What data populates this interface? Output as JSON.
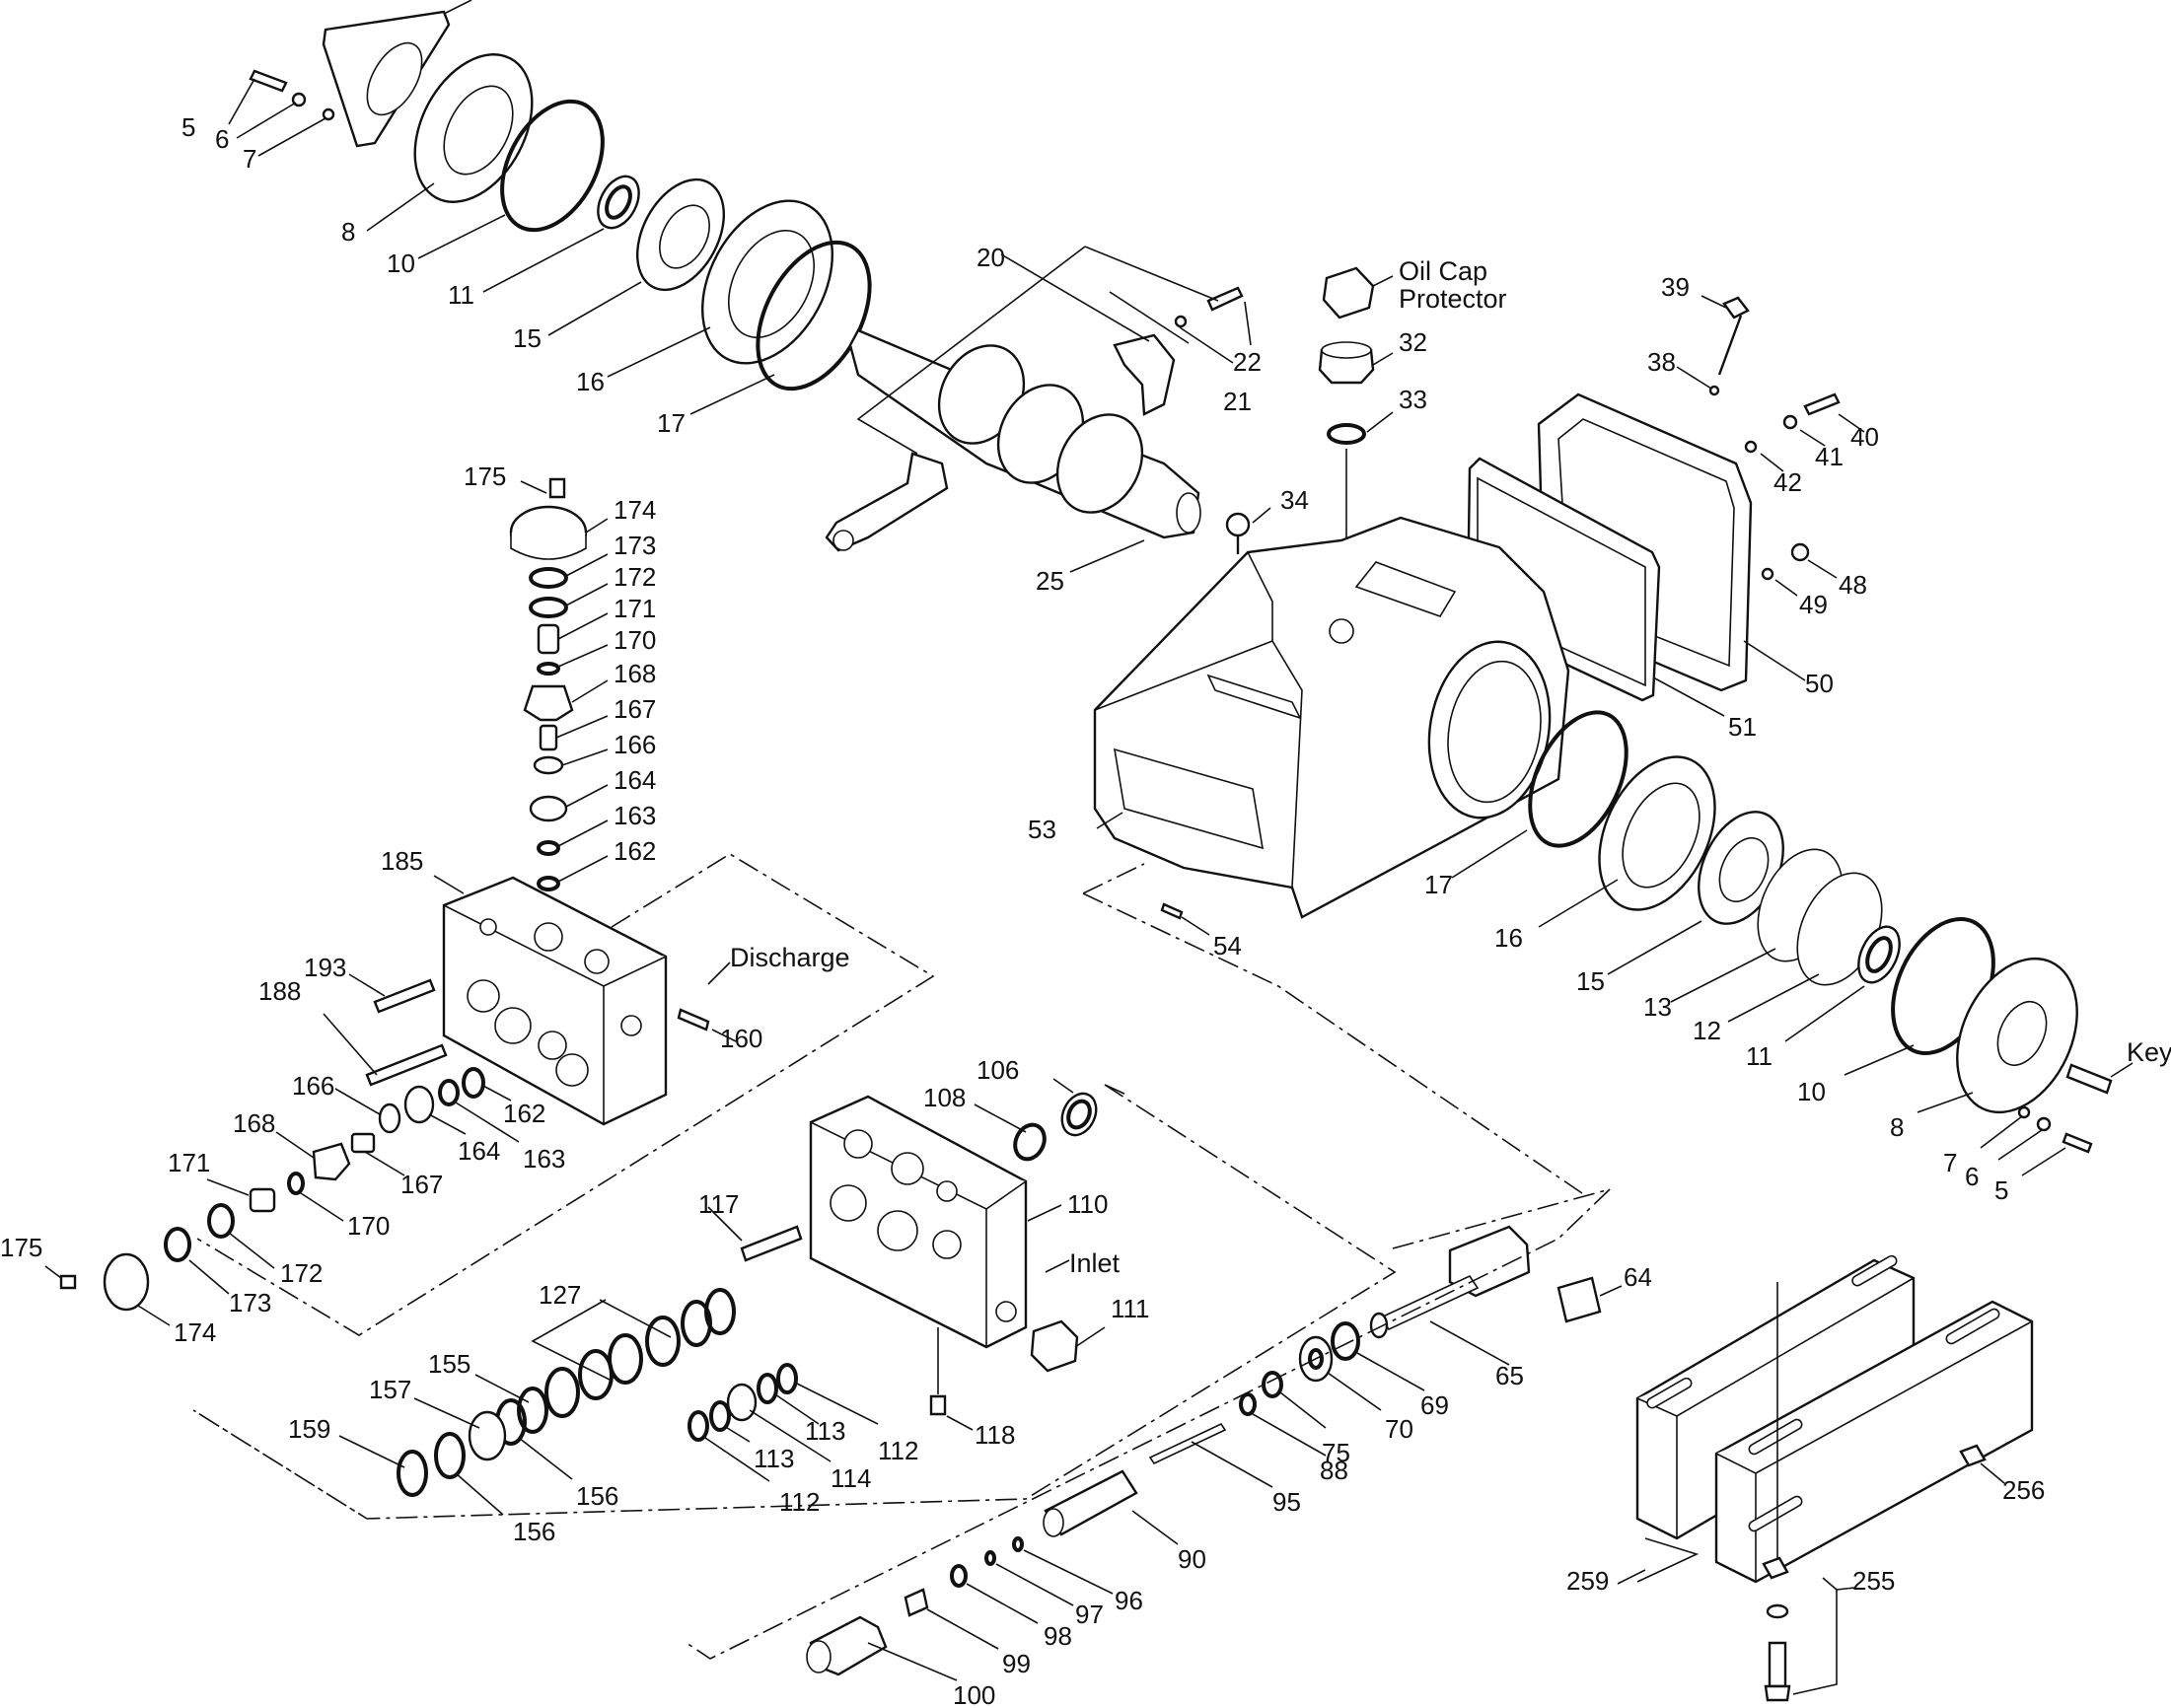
{
  "labels": {
    "upper_left": [
      {
        "id": "5a",
        "text": "5"
      },
      {
        "id": "6a",
        "text": "6"
      },
      {
        "id": "7a",
        "text": "7"
      },
      {
        "id": "8a",
        "text": "8"
      },
      {
        "id": "10a",
        "text": "10"
      },
      {
        "id": "11a",
        "text": "11"
      },
      {
        "id": "15a",
        "text": "15"
      },
      {
        "id": "16a",
        "text": "16"
      },
      {
        "id": "17a",
        "text": "17"
      }
    ],
    "crankshaft": [
      {
        "id": "20",
        "text": "20"
      },
      {
        "id": "21",
        "text": "21"
      },
      {
        "id": "22",
        "text": "22"
      },
      {
        "id": "25",
        "text": "25"
      }
    ],
    "oil_cap": [
      {
        "id": "oilcap1",
        "text": "Oil Cap"
      },
      {
        "id": "oilcap2",
        "text": "Protector"
      },
      {
        "id": "32",
        "text": "32"
      },
      {
        "id": "33",
        "text": "33"
      },
      {
        "id": "34",
        "text": "34"
      }
    ],
    "cover": [
      {
        "id": "38",
        "text": "38"
      },
      {
        "id": "39",
        "text": "39"
      },
      {
        "id": "40",
        "text": "40"
      },
      {
        "id": "41",
        "text": "41"
      },
      {
        "id": "42",
        "text": "42"
      },
      {
        "id": "48",
        "text": "48"
      },
      {
        "id": "49",
        "text": "49"
      },
      {
        "id": "50",
        "text": "50"
      },
      {
        "id": "51",
        "text": "51"
      }
    ],
    "housing": [
      {
        "id": "53",
        "text": "53"
      },
      {
        "id": "54",
        "text": "54"
      }
    ],
    "right_bearing": [
      {
        "id": "17b",
        "text": "17"
      },
      {
        "id": "16b",
        "text": "16"
      },
      {
        "id": "15b",
        "text": "15"
      },
      {
        "id": "13",
        "text": "13"
      },
      {
        "id": "12",
        "text": "12"
      },
      {
        "id": "11b",
        "text": "11"
      },
      {
        "id": "10b",
        "text": "10"
      },
      {
        "id": "8b",
        "text": "8"
      },
      {
        "id": "key",
        "text": "Key"
      },
      {
        "id": "7b",
        "text": "7"
      },
      {
        "id": "6b",
        "text": "6"
      },
      {
        "id": "5b",
        "text": "5"
      }
    ],
    "valve_stack": [
      {
        "id": "175a",
        "text": "175"
      },
      {
        "id": "174a",
        "text": "174"
      },
      {
        "id": "173a",
        "text": "173"
      },
      {
        "id": "172a",
        "text": "172"
      },
      {
        "id": "171a",
        "text": "171"
      },
      {
        "id": "170a",
        "text": "170"
      },
      {
        "id": "168a",
        "text": "168"
      },
      {
        "id": "167a",
        "text": "167"
      },
      {
        "id": "166a",
        "text": "166"
      },
      {
        "id": "164a",
        "text": "164"
      },
      {
        "id": "163a",
        "text": "163"
      },
      {
        "id": "162a",
        "text": "162"
      }
    ],
    "manifold": [
      {
        "id": "185",
        "text": "185"
      },
      {
        "id": "193",
        "text": "193"
      },
      {
        "id": "188",
        "text": "188"
      },
      {
        "id": "discharge",
        "text": "Discharge"
      },
      {
        "id": "160",
        "text": "160"
      },
      {
        "id": "162b",
        "text": "162"
      },
      {
        "id": "163b",
        "text": "163"
      },
      {
        "id": "164b",
        "text": "164"
      },
      {
        "id": "166b",
        "text": "166"
      },
      {
        "id": "167b",
        "text": "167"
      },
      {
        "id": "168b",
        "text": "168"
      },
      {
        "id": "170b",
        "text": "170"
      },
      {
        "id": "171b",
        "text": "171"
      },
      {
        "id": "172b",
        "text": "172"
      },
      {
        "id": "173b",
        "text": "173"
      },
      {
        "id": "174b",
        "text": "174"
      },
      {
        "id": "175b",
        "text": "175"
      }
    ],
    "inlet_block": [
      {
        "id": "106",
        "text": "106"
      },
      {
        "id": "108",
        "text": "108"
      },
      {
        "id": "110",
        "text": "110"
      },
      {
        "id": "117",
        "text": "117"
      },
      {
        "id": "inlet",
        "text": "Inlet"
      },
      {
        "id": "111",
        "text": "111"
      },
      {
        "id": "118",
        "text": "118"
      },
      {
        "id": "127",
        "text": "127"
      },
      {
        "id": "112a",
        "text": "112"
      },
      {
        "id": "113a",
        "text": "113"
      },
      {
        "id": "114",
        "text": "114"
      },
      {
        "id": "113b",
        "text": "113"
      },
      {
        "id": "112b",
        "text": "112"
      },
      {
        "id": "155",
        "text": "155"
      },
      {
        "id": "157",
        "text": "157"
      },
      {
        "id": "159",
        "text": "159"
      },
      {
        "id": "156a",
        "text": "156"
      },
      {
        "id": "156b",
        "text": "156"
      }
    ],
    "plunger": [
      {
        "id": "64",
        "text": "64"
      },
      {
        "id": "65",
        "text": "65"
      },
      {
        "id": "69",
        "text": "69"
      },
      {
        "id": "70",
        "text": "70"
      },
      {
        "id": "75",
        "text": "75"
      },
      {
        "id": "88",
        "text": "88"
      },
      {
        "id": "95",
        "text": "95"
      },
      {
        "id": "90",
        "text": "90"
      },
      {
        "id": "96",
        "text": "96"
      },
      {
        "id": "97",
        "text": "97"
      },
      {
        "id": "98",
        "text": "98"
      },
      {
        "id": "99",
        "text": "99"
      },
      {
        "id": "100",
        "text": "100"
      }
    ],
    "rail": [
      {
        "id": "256",
        "text": "256"
      },
      {
        "id": "255",
        "text": "255"
      },
      {
        "id": "259",
        "text": "259"
      }
    ]
  }
}
